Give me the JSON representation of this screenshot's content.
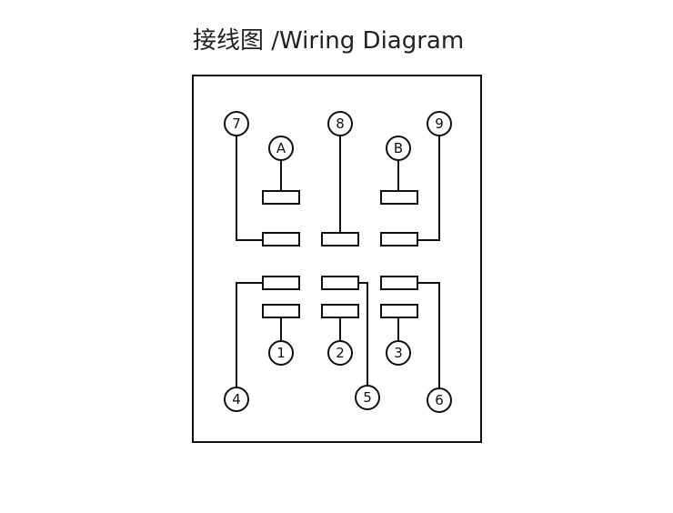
{
  "title": "接线图 /Wiring Diagram",
  "terminals": {
    "t7": "7",
    "t8": "8",
    "t9": "9",
    "tA": "A",
    "tB": "B",
    "t1": "1",
    "t2": "2",
    "t3": "3",
    "t4": "4",
    "t5": "5",
    "t6": "6"
  },
  "colors": {
    "line": "#111111",
    "background": "#ffffff"
  }
}
